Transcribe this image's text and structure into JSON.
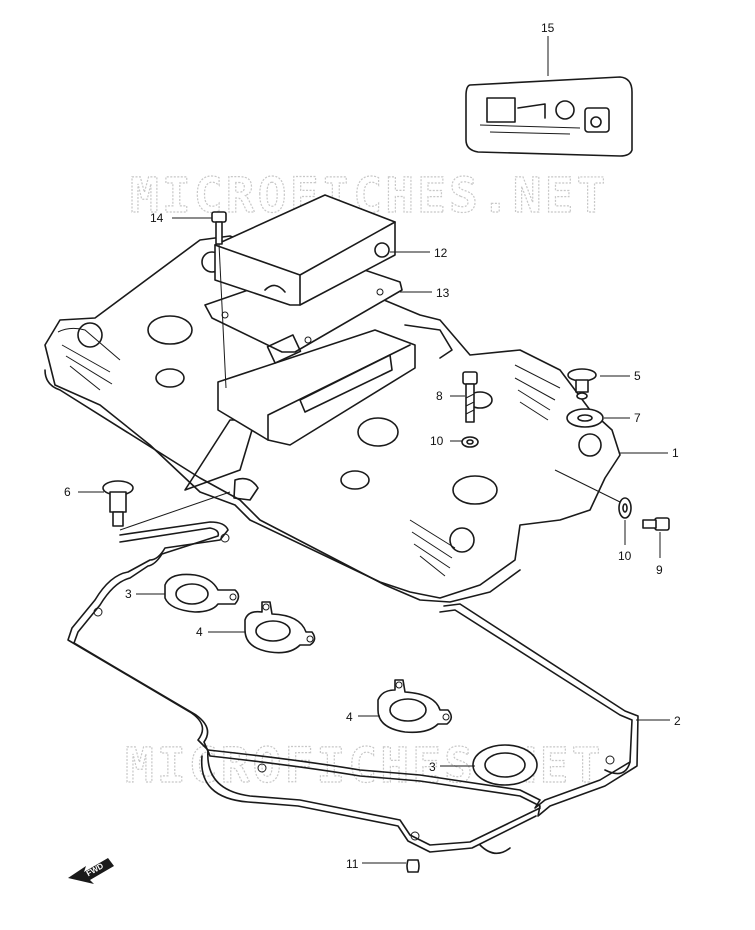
{
  "watermark": "MICROFICHES.NET",
  "fwd_label": "FWD",
  "callouts": [
    "15",
    "14",
    "12",
    "13",
    "5",
    "8",
    "7",
    "10",
    "1",
    "6",
    "10",
    "9",
    "3",
    "4",
    "2",
    "4",
    "3",
    "11"
  ]
}
